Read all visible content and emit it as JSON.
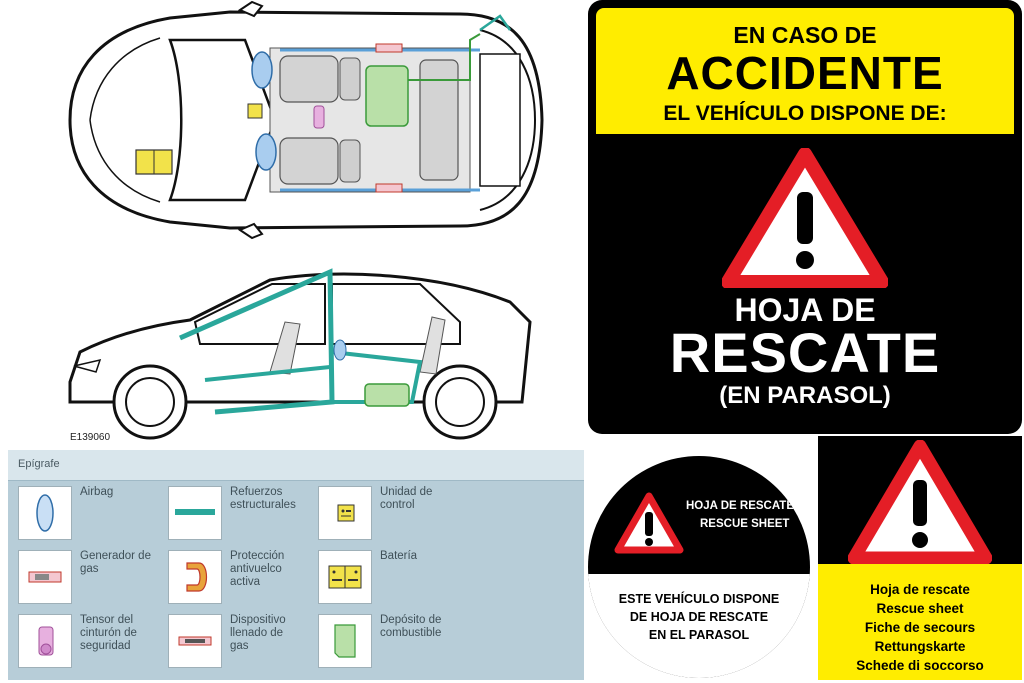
{
  "diagram": {
    "code": "E139060"
  },
  "legend": {
    "title": "Epígrafe",
    "items": [
      {
        "label_lines": [
          "Airbag"
        ],
        "icon": "airbag-icon",
        "color": "#c9dff5"
      },
      {
        "label_lines": [
          "Refuerzos",
          "estructurales"
        ],
        "icon": "structural-reinforcement-icon",
        "color": "#2aa79b"
      },
      {
        "label_lines": [
          "Unidad de",
          "control"
        ],
        "icon": "control-unit-icon",
        "color": "#f2e24a"
      },
      {
        "label_lines": [
          "Generador de",
          "gas"
        ],
        "icon": "gas-generator-icon",
        "color": "#f4c7d0"
      },
      {
        "label_lines": [
          "Protección",
          "antivuelco",
          "activa"
        ],
        "icon": "rollover-protection-icon",
        "color": "#e8a33b"
      },
      {
        "label_lines": [
          "Batería"
        ],
        "icon": "battery-icon",
        "color": "#f2e24a"
      },
      {
        "label_lines": [
          "Tensor del",
          "cinturón de",
          "seguridad"
        ],
        "icon": "seatbelt-tensioner-icon",
        "color": "#e7b0df"
      },
      {
        "label_lines": [
          "Dispositivo",
          "llenado de",
          "gas"
        ],
        "icon": "gas-fill-device-icon",
        "color": "#f4c7d0"
      },
      {
        "label_lines": [
          "Depósito de",
          "combustible"
        ],
        "icon": "fuel-tank-icon",
        "color": "#b9e0a8"
      }
    ]
  },
  "sign": {
    "line1": "EN CASO DE",
    "line2": "ACCIDENTE",
    "line3": "EL VEHÍCULO DISPONE DE:",
    "line4": "HOJA DE",
    "line5": "RESCATE",
    "line6": "(EN PARASOL)",
    "yellow": "#ffed00",
    "warning_red": "#e41e26"
  },
  "round_sticker": {
    "title1": "HOJA DE RESCATE",
    "title2": "RESCUE SHEET",
    "line1": "ESTE VEHÍCULO DISPONE",
    "line2": "DE HOJA DE RESCATE",
    "line3": "EN EL PARASOL"
  },
  "square_sticker": {
    "lines": [
      "Hoja de rescate",
      "Rescue sheet",
      "Fiche de secours",
      "Rettungskarte",
      "Schede di soccorso"
    ]
  }
}
